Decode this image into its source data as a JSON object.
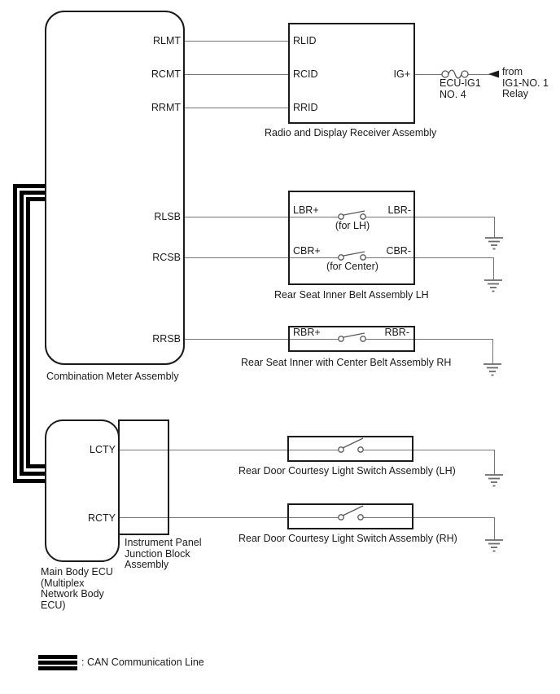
{
  "combination_meter": {
    "caption": "Combination Meter Assembly",
    "pins": {
      "rlmt": "RLMT",
      "rcmt": "RCMT",
      "rrmt": "RRMT",
      "rlsb": "RLSB",
      "rcsb": "RCSB",
      "rrsb": "RRSB"
    }
  },
  "radio": {
    "caption": "Radio and Display Receiver Assembly",
    "pins": {
      "rlid": "RLID",
      "rcid": "RCID",
      "rrid": "RRID",
      "igp": "IG+"
    }
  },
  "fuse": {
    "line1": "ECU-IG1",
    "line2": "NO. 4"
  },
  "source": {
    "line1": "from",
    "line2": "IG1-NO. 1",
    "line3": "Relay"
  },
  "belt_lh": {
    "caption": "Rear Seat Inner Belt Assembly LH",
    "pins": {
      "lbr_plus": "LBR+",
      "lbr_minus": "LBR-",
      "cbr_plus": "CBR+",
      "cbr_minus": "CBR-"
    },
    "notes": {
      "lh": "(for LH)",
      "center": "(for Center)"
    }
  },
  "belt_rh": {
    "caption": "Rear Seat Inner with Center Belt Assembly RH",
    "pins": {
      "rbr_plus": "RBR+",
      "rbr_minus": "RBR-"
    }
  },
  "main_body_ecu": {
    "caption_line1": "Main Body ECU",
    "caption_line2": "(Multiplex",
    "caption_line3": "Network Body",
    "caption_line4": "ECU)",
    "pins": {
      "lcty": "LCTY",
      "rcty": "RCTY"
    }
  },
  "junction_block": {
    "caption_line1": "Instrument Panel",
    "caption_line2": "Junction Block",
    "caption_line3": "Assembly"
  },
  "courtesy_lh": {
    "caption": "Rear Door Courtesy Light Switch Assembly (LH)"
  },
  "courtesy_rh": {
    "caption": "Rear Door Courtesy Light Switch Assembly (RH)"
  },
  "legend": {
    "caption": ": CAN Communication Line"
  },
  "colors": {
    "wire": "#757575",
    "border": "#1a1a1a",
    "can": "#000000",
    "symbol": "#5a5a5a"
  }
}
